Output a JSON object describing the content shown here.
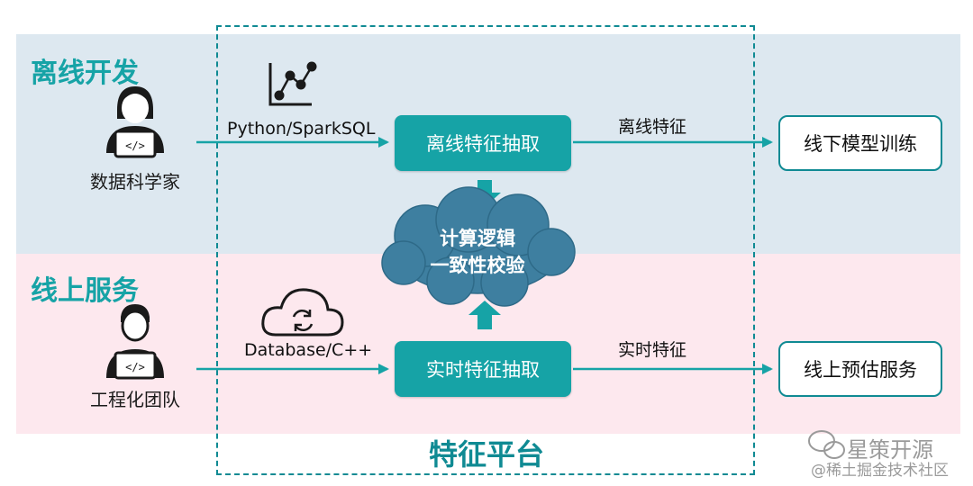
{
  "sections": {
    "offline": "离线开发",
    "online": "线上服务"
  },
  "platform_label": "特征平台",
  "actors": {
    "scientist": "数据科学家",
    "engineering": "工程化团队"
  },
  "tools": {
    "offline_tool": "Python/SparkSQL",
    "online_tool": "Database/C++"
  },
  "processes": {
    "offline_extract": "离线特征抽取",
    "realtime_extract": "实时特征抽取"
  },
  "flows": {
    "offline_feature": "离线特征",
    "realtime_feature": "实时特征"
  },
  "outputs": {
    "offline_training": "线下模型训练",
    "online_serving": "线上预估服务"
  },
  "consistency": {
    "line1": "计算逻辑",
    "line2": "一致性校验"
  },
  "watermark": {
    "line1": "星策开源",
    "line2": "@稀土掘金技术社区"
  },
  "colors": {
    "teal": "#16a3a6",
    "dark_teal": "#0f8a93",
    "cloud": "#3e7fa0",
    "offline_band": "#dde8f0",
    "online_band": "#fde8ee"
  }
}
